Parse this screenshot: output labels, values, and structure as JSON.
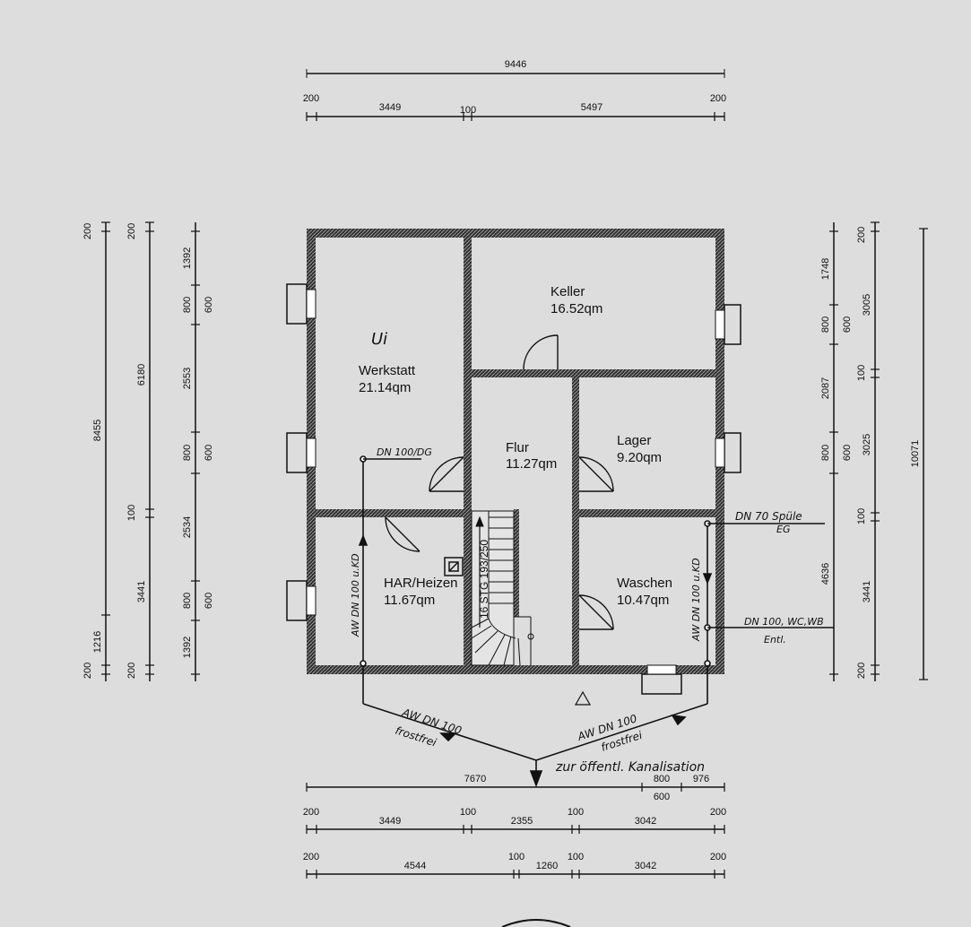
{
  "rooms": {
    "keller": {
      "name": "Keller",
      "area": "16.52qm"
    },
    "werkstatt": {
      "name": "Werkstatt",
      "area": "21.14qm",
      "mark": "Ui"
    },
    "flur": {
      "name": "Flur",
      "area": "11.27qm"
    },
    "lager": {
      "name": "Lager",
      "area": "9.20qm"
    },
    "har": {
      "name": "HAR/Heizen",
      "area": "11.67qm"
    },
    "waschen": {
      "name": "Waschen",
      "area": "10.47qm"
    }
  },
  "stair_label": "16 STG 193/250",
  "pipes": {
    "dn100_dg": "DN 100/DG",
    "left_vertical": "AW DN 100 u.KD",
    "right_vertical": "AW DN 100 u.KD",
    "spuele_1": "DN 70 Spüle",
    "spuele_2": "EG",
    "wc_1": "DN 100, WC,WB",
    "wc_2": "Entl.",
    "aw_left_1": "AW DN 100",
    "aw_left_2": "frostfrei",
    "aw_right_1": "AW DN 100",
    "aw_right_2": "frostfrei",
    "kanal": "zur öffentl. Kanalisation"
  },
  "dims_top": {
    "overall": "9446",
    "row": [
      "200",
      "3449",
      "100",
      "5497",
      "200"
    ]
  },
  "dims_bottom": {
    "row1": [
      "7670",
      "800",
      "976",
      "600"
    ],
    "row2": [
      "200",
      "3449",
      "100",
      "2355",
      "100",
      "3042",
      "200"
    ],
    "row3": [
      "200",
      "4544",
      "100",
      "1260",
      "100",
      "3042",
      "200"
    ]
  },
  "dims_left": {
    "col1": [
      "200",
      "8455",
      "1216",
      "200"
    ],
    "col2": [
      "200",
      "6180",
      "100",
      "3441",
      "200"
    ],
    "col3": [
      "1392",
      "800",
      "600",
      "2553",
      "800",
      "600",
      "2534",
      "800",
      "600",
      "1392"
    ]
  },
  "dims_right": {
    "col1": [
      "1748",
      "800",
      "600",
      "2087",
      "800",
      "600",
      "4636"
    ],
    "col2": [
      "200",
      "3005",
      "100",
      "3025",
      "100",
      "3441",
      "200"
    ],
    "col3": [
      "10071"
    ]
  }
}
